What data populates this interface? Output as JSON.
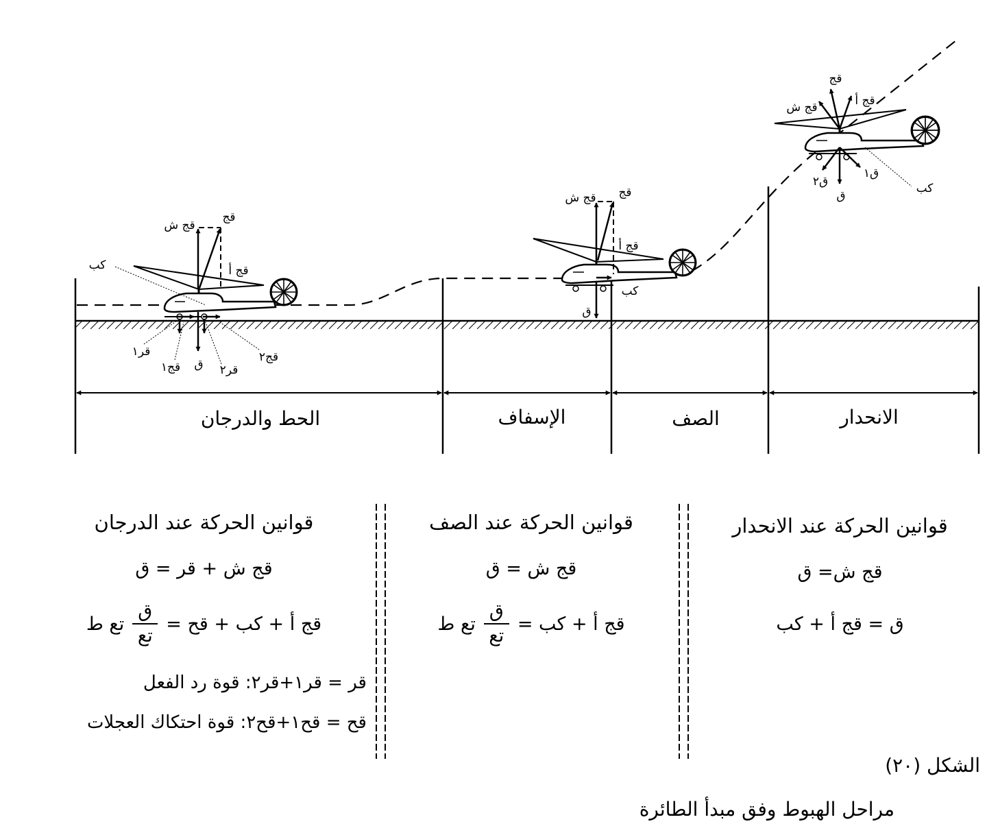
{
  "stages": [
    {
      "label": "الحط والدرجان"
    },
    {
      "label": "الإسفاف"
    },
    {
      "label": "الصف"
    },
    {
      "label": "الانحدار"
    }
  ],
  "force_labels": {
    "qaj": "قج",
    "qaj_sh": "قج ش",
    "qaj_a": "قج أ",
    "kab": "كب",
    "qaf": "ق",
    "qr1": "قر١",
    "qr2": "قر٢",
    "qh1": "قج١",
    "qh2": "قج٢",
    "q1": "ق١",
    "q2": "ق٢"
  },
  "equations": {
    "landing": {
      "title": "قوانين الحركة عند الدرجان",
      "eq1": "قج ش + قر = ق",
      "eq2_left": "قج أ + كب + قح =",
      "frac_num": "ق",
      "frac_den": "تع",
      "eq2_right": "تع ط",
      "note1": "قر = قر١+قر٢: قوة رد الفعل",
      "note2": "قح = قح١+قح٢: قوة احتكاك العجلات"
    },
    "flare": {
      "title": "قوانين الحركة عند الصف",
      "eq1": "قج ش = ق",
      "eq2_left": "قج أ + كب =",
      "frac_num": "ق",
      "frac_den": "تع",
      "eq2_right": "تع ط"
    },
    "descent": {
      "title": "قوانين الحركة عند الانحدار",
      "eq1": "قج ش= ق",
      "eq2": "ق = قج أ + كب"
    }
  },
  "figure": {
    "number": "الشكل (٢٠)",
    "caption": "مراحل الهبوط وفق مبدأ الطائرة"
  }
}
